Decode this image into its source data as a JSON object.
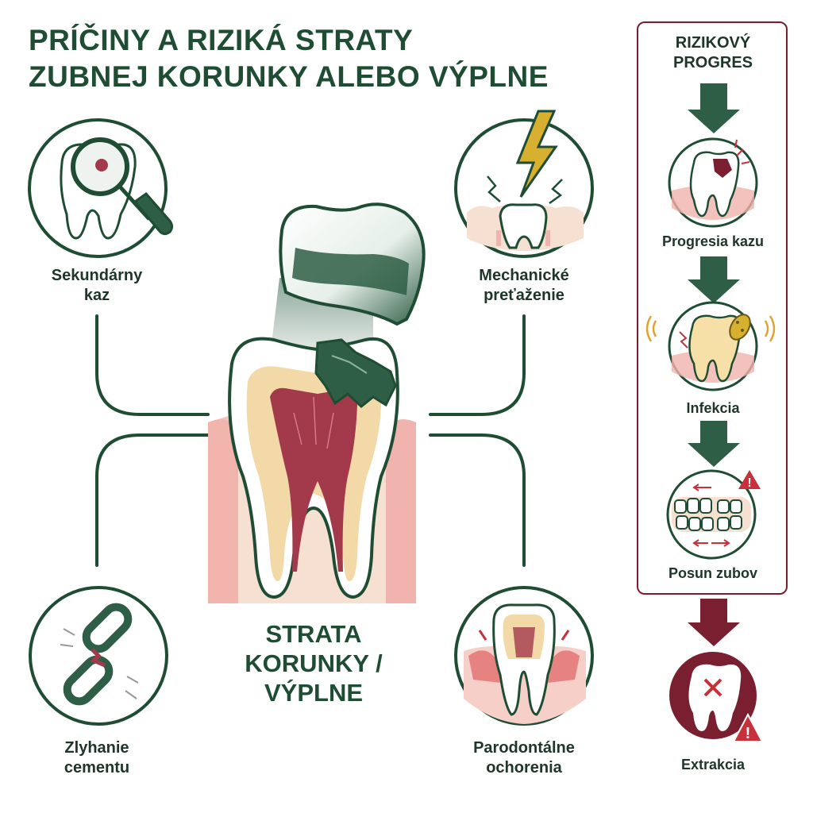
{
  "title_lines": [
    "PRÍČINY A RIZIKÁ STRATY",
    "ZUBNEJ KORUNKY ALEBO VÝPLNE"
  ],
  "causes": [
    {
      "label_lines": [
        "Sekundárny",
        "kaz"
      ],
      "icon": "magnifier-caries-icon"
    },
    {
      "label_lines": [
        "Mechanické",
        "preťaženie"
      ],
      "icon": "lightning-bite-icon"
    },
    {
      "label_lines": [
        "Zlyhanie",
        "cementu"
      ],
      "icon": "broken-chain-icon"
    },
    {
      "label_lines": [
        "Parodontálne",
        "ochorenia"
      ],
      "icon": "inflamed-gum-tooth-icon"
    }
  ],
  "center_label_lines": [
    "STRATA",
    "KORUNKY /",
    "VÝPLNE"
  ],
  "progress": {
    "title_lines": [
      "RIZIKOVÝ",
      "PROGRES"
    ],
    "steps": [
      {
        "label": "Progresia kazu",
        "icon": "decayed-tooth-icon"
      },
      {
        "label": "Infekcia",
        "icon": "infected-tooth-icon"
      },
      {
        "label": "Posun zubov",
        "icon": "shifting-teeth-icon"
      },
      {
        "label": "Extrakcia",
        "icon": "extraction-tooth-icon"
      }
    ]
  },
  "colors": {
    "dark_green": "#1f4d33",
    "burgundy": "#7a1f30",
    "gum_pink": "#f0b3ad",
    "dentin": "#f3d9a8",
    "pulp": "#a33a4c",
    "warning": "#c8303c"
  }
}
